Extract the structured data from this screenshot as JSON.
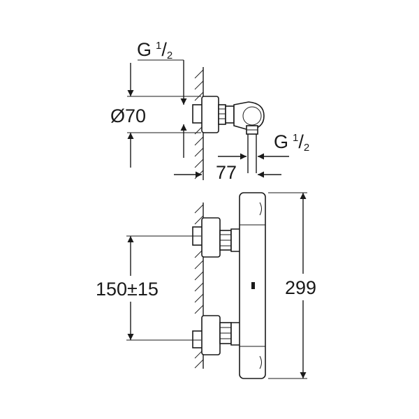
{
  "top_view": {
    "inlet_thread": {
      "letter": "G",
      "num": "1",
      "den": "2"
    },
    "outlet_thread": {
      "letter": "G",
      "num": "1",
      "den": "2"
    },
    "diameter_label": "Ø70",
    "depth_label": "77"
  },
  "front_view": {
    "spacing_label": "150±15",
    "height_label": "299"
  }
}
